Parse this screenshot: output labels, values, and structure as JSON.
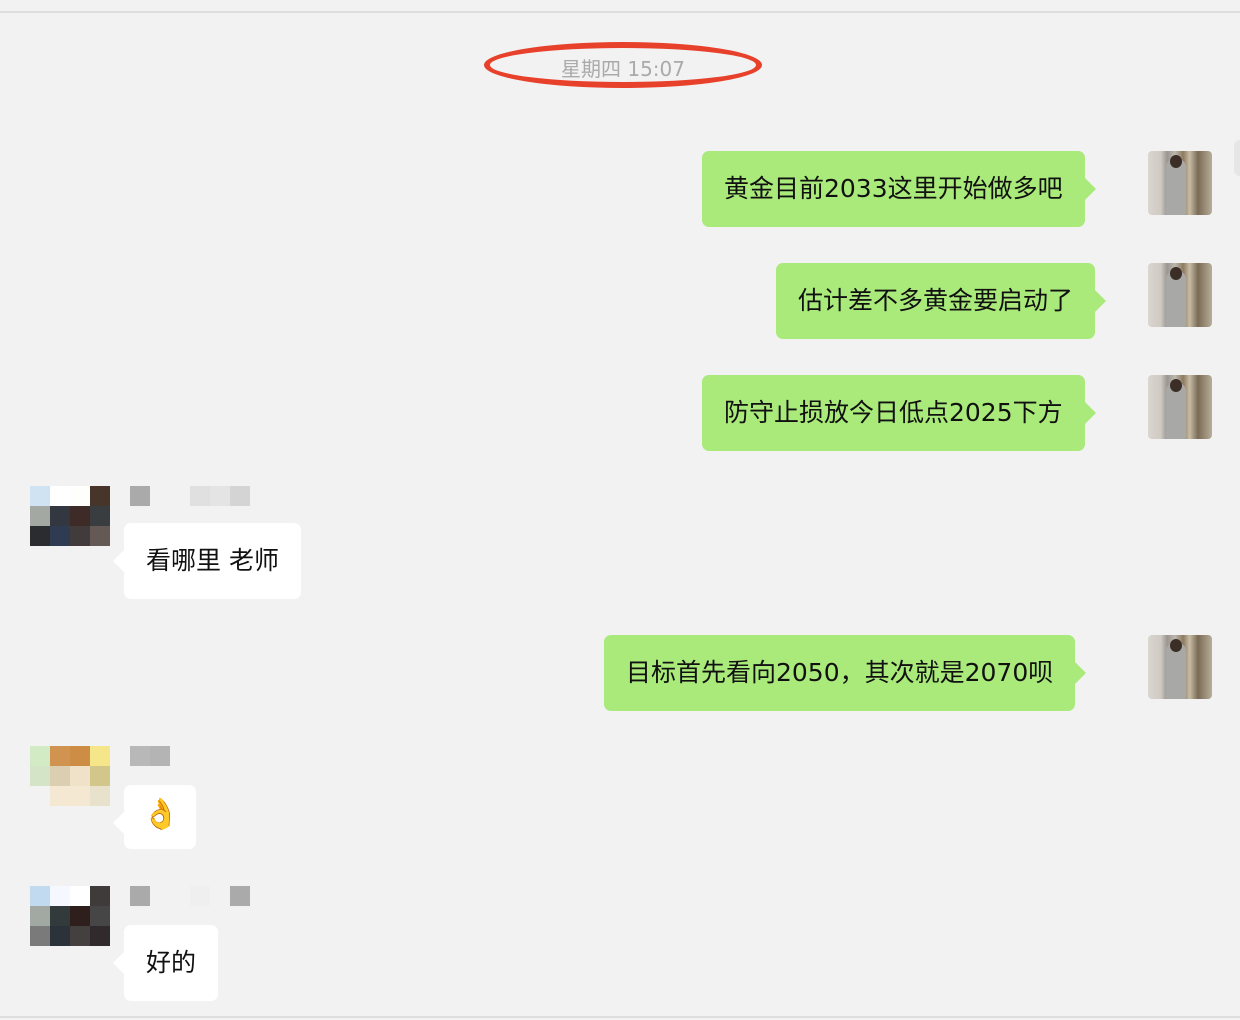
{
  "chat": {
    "timestamp": "星期四 15:07",
    "annotation_color": "#e8412b",
    "colors": {
      "outgoing_bubble": "#a9ea7a",
      "incoming_bubble": "#ffffff",
      "background": "#f2f2f2",
      "timestamp_text": "#aaaaaa"
    },
    "messages": [
      {
        "direction": "outgoing",
        "text": "黄金目前2033这里开始做多吧"
      },
      {
        "direction": "outgoing",
        "text": "估计差不多黄金要启动了"
      },
      {
        "direction": "outgoing",
        "text": "防守止损放今日低点2025下方"
      },
      {
        "direction": "incoming",
        "sender": "[pixelated]",
        "text": "看哪里 老师"
      },
      {
        "direction": "outgoing",
        "text": "目标首先看向2050，其次就是2070呗"
      },
      {
        "direction": "incoming",
        "sender": "[pixelated]",
        "text": "👌",
        "type": "emoji",
        "emoji_name": "ok-hand"
      },
      {
        "direction": "incoming",
        "sender": "[pixelated]",
        "text": "好的"
      }
    ]
  }
}
